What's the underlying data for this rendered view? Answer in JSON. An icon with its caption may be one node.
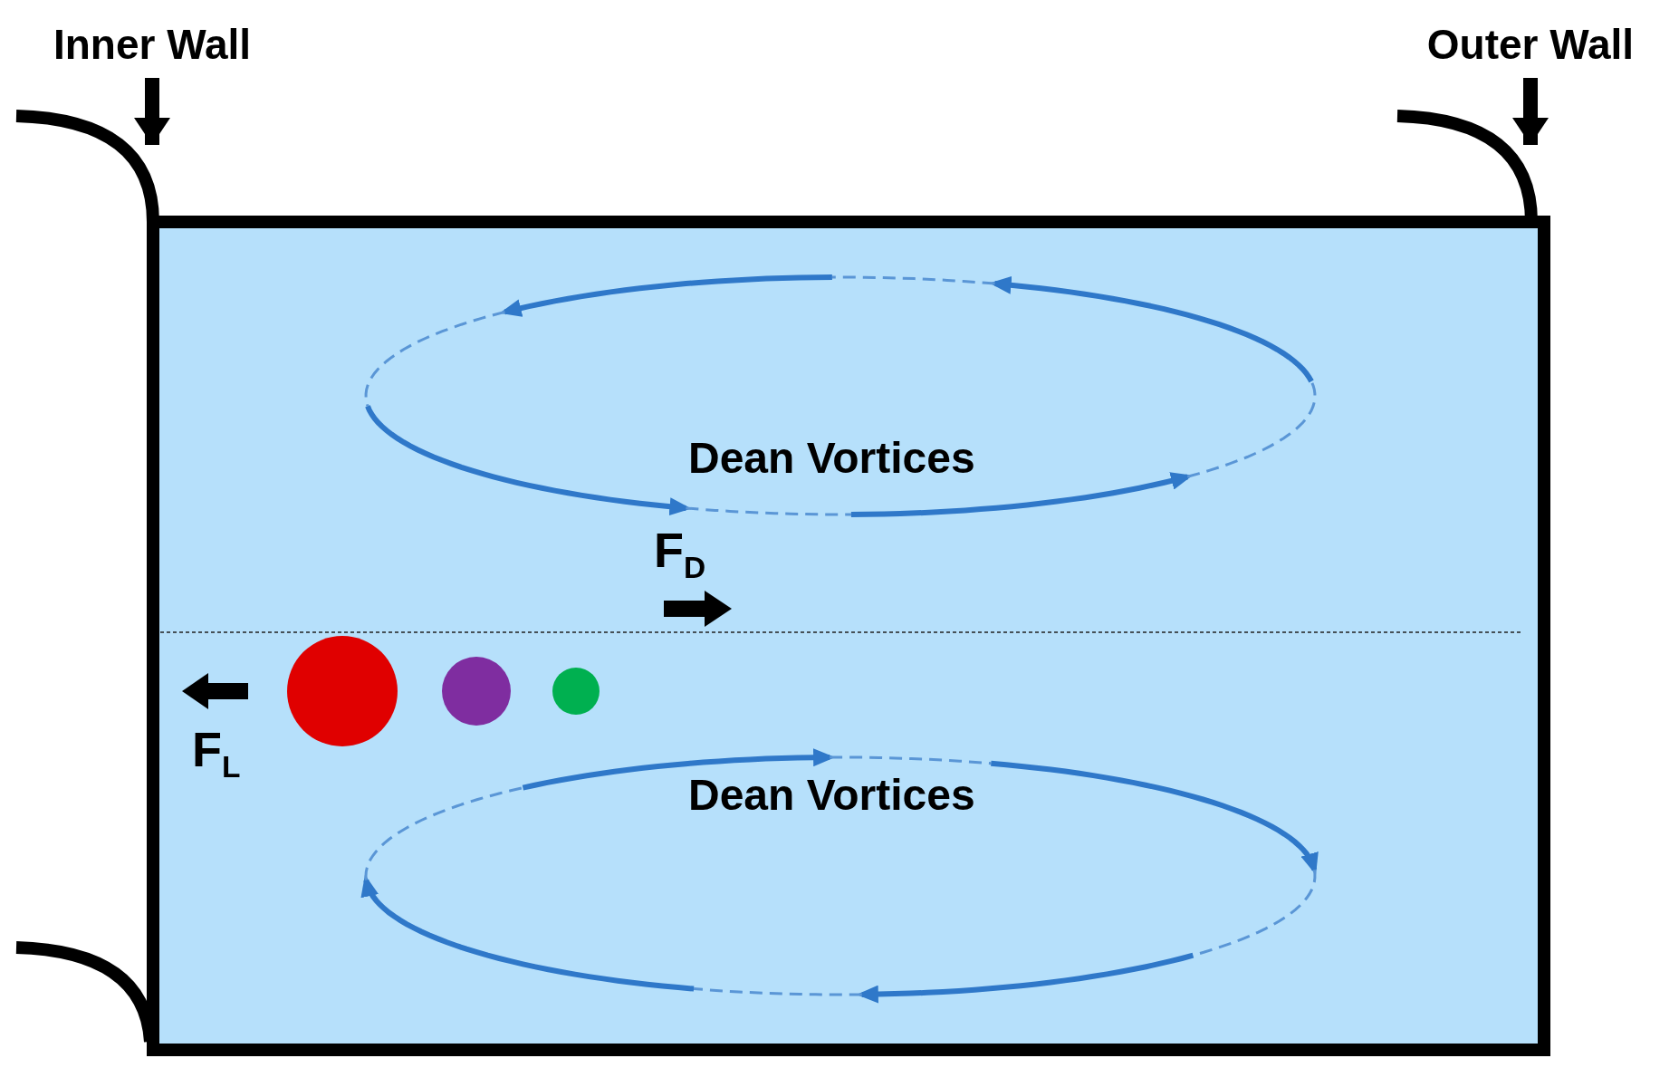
{
  "diagram": {
    "nodes": [
      {
        "text": [
          "Inner Wall"
        ]
      },
      {
        "text": [
          "Outer Wall"
        ]
      }
    ],
    "edges": [
      {
        "from": 0,
        "to": null,
        "arrow": "to"
      },
      {
        "from": 1,
        "to": null,
        "arrow": "to"
      }
    ],
    "labels": [
      "Dean Vortices",
      "Dean Vortices",
      "F$_{D}$",
      "F$_{L}$"
    ]
  }
}
